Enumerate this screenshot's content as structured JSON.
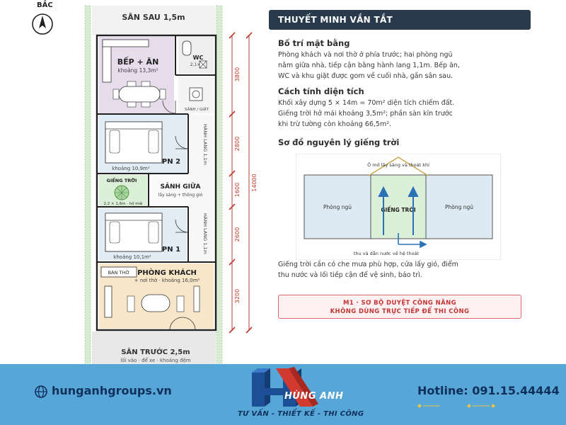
{
  "compass": {
    "label": "BẮC"
  },
  "plan": {
    "back_yard": "SÂN SAU 1,5m",
    "kitchen_title": "BẾP + ĂN",
    "kitchen_area": "khoảng 13,3m²",
    "wc_label": "WC",
    "wc_dim": "2,1×",
    "laundry_label": "SÂNH / GIẶT",
    "corridor_label": "HÀNH LANG 1,1m",
    "bedroom2_title": "PN 2",
    "bedroom2_area": "khoảng 10,9m²",
    "skylight_title": "GIẾNG TRỜI",
    "skylight_dim": "2,2 × 1,6m · hở mái",
    "middle_hall_title": "SẢNH GIỮA",
    "middle_hall_sub": "lấy sáng + thông gió",
    "bedroom1_title": "PN 1",
    "bedroom1_area": "khoảng 10,1m²",
    "altar_label": "BÀN THỜ",
    "living_title": "PHÒNG KHÁCH",
    "living_sub": "+ nơi thờ · khoảng 16,0m²",
    "front_yard": "SÂN TRƯỚC 2,5m",
    "front_yard_sub": "lối vào · để xe · khoảng đệm",
    "dims": [
      "3800",
      "2800",
      "1600",
      "2600",
      "3200"
    ],
    "total_dim": "14000"
  },
  "panel": {
    "header": "THUYẾT MINH VẮN TẮT",
    "s1_title": "Bố trí mặt bằng",
    "s1_lines": [
      "Phòng khách và nơi thờ ở phía trước; hai phòng ngủ",
      "nằm giữa nhà, tiếp cận bằng hành lang 1,1m. Bếp ăn,",
      "WC và khu giặt được gom về cuối nhà, gần sân sau."
    ],
    "s2_title": "Cách tính diện tích",
    "s2_lines": [
      "Khối xây dựng 5 × 14m = 70m² diện tích chiếm đất.",
      "Giếng trời hở mái khoảng 3,5m²; phần sàn kín trước",
      "khi trừ tường còn khoảng 66,5m²."
    ],
    "s3_title": "Sơ đồ nguyên lý giếng trời",
    "diagram": {
      "top_label": "Ô mở lấy sáng và thoát khí",
      "left_room": "Phòng ngủ",
      "center": "GIẾNG TRỜI",
      "right_room": "Phòng ngủ",
      "bottom_label": "thu và dẫn nước về hệ thoát"
    },
    "s3_lines": [
      "Giếng trời cần có che mưa phù hợp, cửa lấy gió, điểm",
      "thu nước và lối tiếp cận để vệ sinh, bảo trì."
    ],
    "warn_line1": "M1 · SƠ BỘ DUYỆT CÔNG NĂNG",
    "warn_line2": "KHÔNG DÙNG TRỰC TIẾP ĐỂ THI CÔNG"
  },
  "footer": {
    "website": "hunganhgroups.vn",
    "hotline": "Hotline: 091.15.44444",
    "logo_name": "HÙNG ANH",
    "logo_tagline": "TƯ VẤN - THIẾT KẾ - THI CÔNG"
  },
  "colors": {
    "kitchen": "#e6dcec",
    "bedroom": "#e2ecf5",
    "skylight": "#dcefd8",
    "living": "#f8e6c8",
    "yard": "#e8e8e8",
    "wall": "#222222",
    "dim": "#c0392b",
    "panel_header": "#283a4c",
    "footer": "#57a6d8"
  }
}
